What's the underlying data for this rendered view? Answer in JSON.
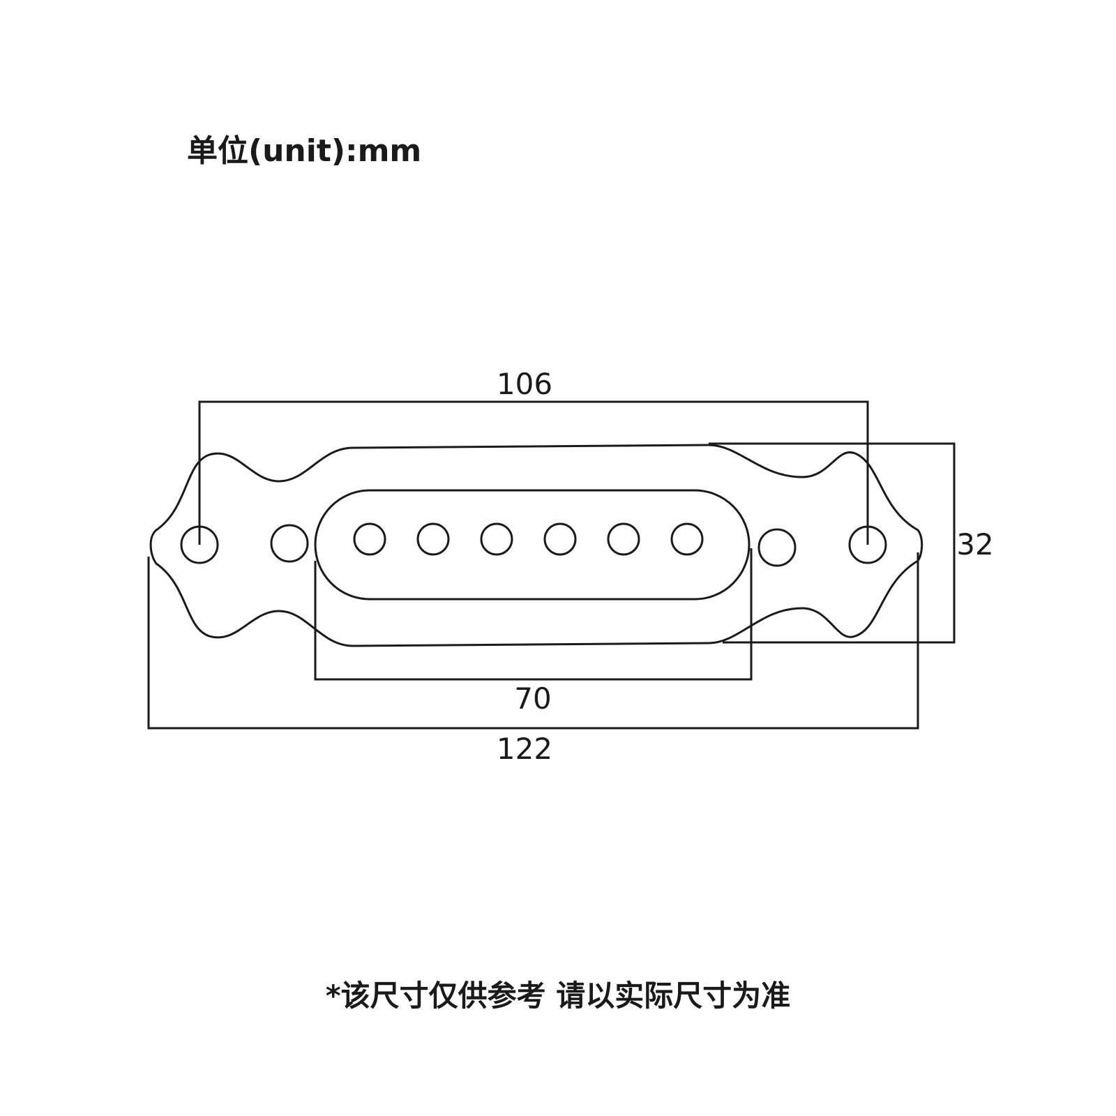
{
  "unit_label": "单位(unit):mm",
  "footnote": "*该尺寸仅供参考 请以实际尺寸为准",
  "dimensions": {
    "top_hole_spacing": "106",
    "height": "32",
    "inner_cover_width": "70",
    "overall_width": "122"
  },
  "pole_piece_count": 6,
  "colors": {
    "line": "#1a1a1a",
    "background": "#ffffff"
  }
}
